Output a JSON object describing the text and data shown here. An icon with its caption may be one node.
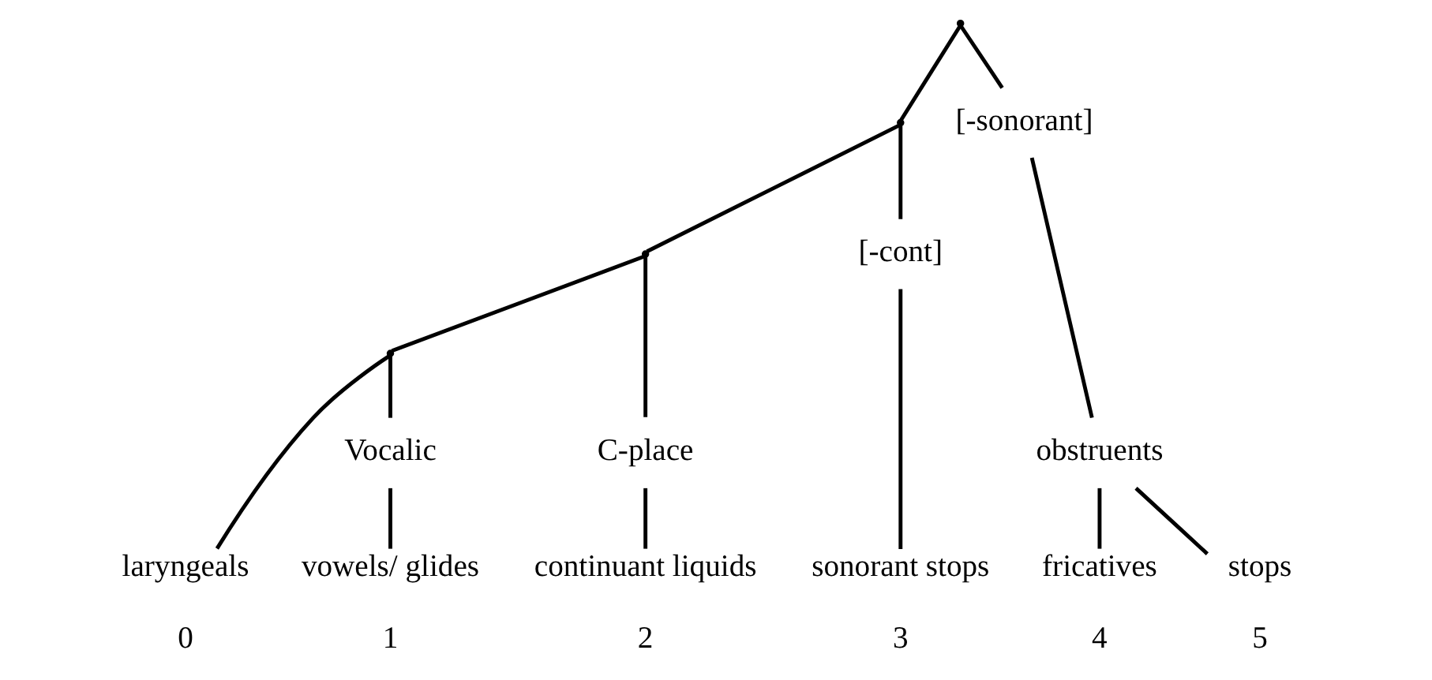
{
  "diagram": {
    "nodes": [
      {
        "text": [],
        "shape": "point"
      },
      {
        "text": [],
        "shape": "point"
      },
      {
        "text": [
          "[-sonorant]"
        ]
      },
      {
        "text": [],
        "shape": "point"
      },
      {
        "text": [
          "[-cont]"
        ]
      },
      {
        "text": [],
        "shape": "point"
      },
      {
        "text": [
          "C-place"
        ]
      },
      {
        "text": [
          "laryngeals"
        ],
        "beside": [
          "0"
        ]
      },
      {
        "text": [
          "Vocalic"
        ]
      },
      {
        "text": [
          "vowels/ glides"
        ],
        "beside": [
          "1"
        ]
      },
      {
        "text": [
          "continuant liquids"
        ],
        "beside": [
          "2"
        ]
      },
      {
        "text": [
          "sonorant stops"
        ],
        "beside": [
          "3"
        ]
      },
      {
        "text": [
          "obstruents"
        ]
      },
      {
        "text": [
          "fricatives"
        ],
        "beside": [
          "4"
        ]
      },
      {
        "text": [
          "stops"
        ],
        "beside": [
          "5"
        ]
      }
    ],
    "edges": [
      {
        "from": 0,
        "to": 1,
        "arrow": "none"
      },
      {
        "from": 0,
        "to": 2,
        "arrow": "none"
      },
      {
        "from": 1,
        "to": 3,
        "arrow": "none"
      },
      {
        "from": 1,
        "to": 4,
        "arrow": "none"
      },
      {
        "from": 3,
        "to": 5,
        "arrow": "none"
      },
      {
        "from": 3,
        "to": 6,
        "arrow": "none"
      },
      {
        "from": 5,
        "to": 7,
        "arrow": "none"
      },
      {
        "from": 5,
        "to": 8,
        "arrow": "none"
      },
      {
        "from": 8,
        "to": 9,
        "arrow": "none"
      },
      {
        "from": 6,
        "to": 10,
        "arrow": "none"
      },
      {
        "from": 4,
        "to": 11,
        "arrow": "none"
      },
      {
        "from": 2,
        "to": 12,
        "arrow": "none"
      },
      {
        "from": 12,
        "to": 13,
        "arrow": "none"
      },
      {
        "from": 12,
        "to": 14,
        "arrow": "none"
      }
    ]
  }
}
